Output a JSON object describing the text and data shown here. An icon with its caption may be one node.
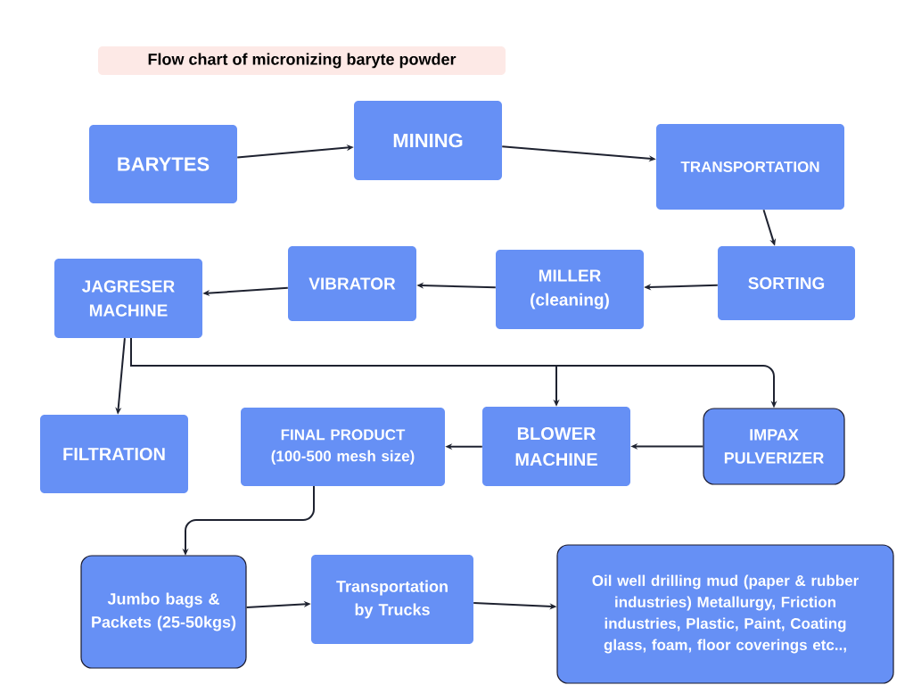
{
  "diagram": {
    "title": "Flow chart of micronizing baryte powder",
    "nodes": [
      {
        "text": [
          "BARYTES"
        ]
      },
      {
        "text": [
          "MINING"
        ]
      },
      {
        "text": [
          "TRANSPORTATION"
        ]
      },
      {
        "text": [
          "SORTING"
        ]
      },
      {
        "text": [
          "MILLER (cleaning)"
        ]
      },
      {
        "text": [
          "VIBRATOR"
        ]
      },
      {
        "text": [
          "JAGRESER MACHINE"
        ]
      },
      {
        "text": [
          "FILTRATION"
        ]
      },
      {
        "text": [
          "FINAL PRODUCT (100-500 mesh size)"
        ]
      },
      {
        "text": [
          "BLOWER MACHINE"
        ]
      },
      {
        "text": [
          "IMPAX PULVERIZER"
        ]
      },
      {
        "text": [
          "Jumbo bags & Packets (25-50kgs)"
        ]
      },
      {
        "text": [
          "Transportation by Trucks"
        ]
      },
      {
        "text": [
          "Oil well drilling mud (paper & rubber industries) Metallurgy, Friction industries, Plastic, Paint, Coating glass, foam, floor coverings etc..,"
        ]
      }
    ],
    "edges": [
      {
        "from": 0,
        "to": 1,
        "arrow": "to"
      },
      {
        "from": 1,
        "to": 2,
        "arrow": "to"
      },
      {
        "from": 2,
        "to": 3,
        "arrow": "to"
      },
      {
        "from": 3,
        "to": 4,
        "arrow": "to"
      },
      {
        "from": 4,
        "to": 5,
        "arrow": "to"
      },
      {
        "from": 5,
        "to": 6,
        "arrow": "to"
      },
      {
        "from": 6,
        "to": 7,
        "arrow": "to"
      },
      {
        "from": 6,
        "to": 9,
        "arrow": "to"
      },
      {
        "from": 6,
        "to": 10,
        "arrow": "to"
      },
      {
        "from": 10,
        "to": 9,
        "arrow": "to"
      },
      {
        "from": 9,
        "to": 8,
        "arrow": "to"
      },
      {
        "from": 8,
        "to": 11,
        "arrow": "to"
      },
      {
        "from": 11,
        "to": 12,
        "arrow": "to"
      },
      {
        "from": 12,
        "to": 13,
        "arrow": "to"
      }
    ]
  }
}
